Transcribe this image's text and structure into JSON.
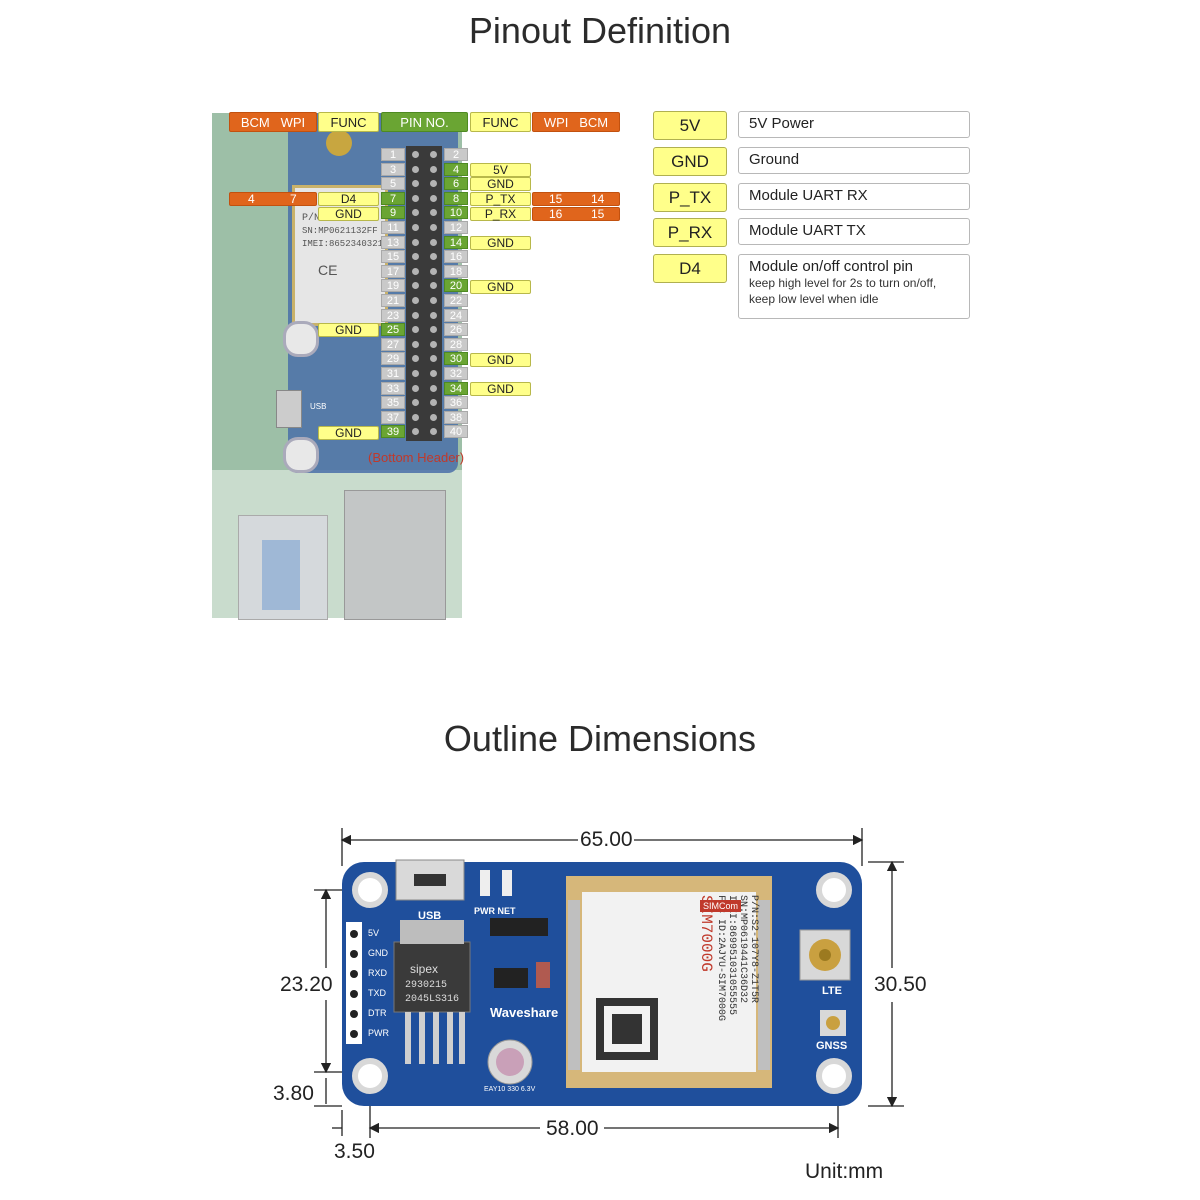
{
  "titles": {
    "pinout": "Pinout Definition",
    "outline": "Outline Dimensions"
  },
  "header": {
    "bcm_wpi_left": "BCM   WPI",
    "func_left": "FUNC",
    "pin_no": "PIN NO.",
    "func_right": "FUNC",
    "wpi_bcm_right": "WPI   BCM"
  },
  "left_pins": [
    "1",
    "3",
    "5",
    "7",
    "9",
    "11",
    "13",
    "15",
    "17",
    "19",
    "21",
    "23",
    "25",
    "27",
    "29",
    "31",
    "33",
    "35",
    "37",
    "39"
  ],
  "right_pins": [
    "2",
    "4",
    "6",
    "8",
    "10",
    "12",
    "14",
    "16",
    "18",
    "20",
    "22",
    "24",
    "26",
    "28",
    "30",
    "32",
    "34",
    "36",
    "38",
    "40"
  ],
  "right_funcs": [
    {
      "pin": "4",
      "func": "5V"
    },
    {
      "pin": "6",
      "func": "GND"
    },
    {
      "pin": "8",
      "func": "P_TX"
    },
    {
      "pin": "10",
      "func": "P_RX"
    },
    {
      "pin": "14",
      "func": "GND"
    },
    {
      "pin": "20",
      "func": "GND"
    },
    {
      "pin": "30",
      "func": "GND"
    },
    {
      "pin": "34",
      "func": "GND"
    }
  ],
  "left_funcs": [
    {
      "pin": "7",
      "func": "D4"
    },
    {
      "pin": "9",
      "func": "GND"
    },
    {
      "pin": "25",
      "func": "GND"
    },
    {
      "pin": "39",
      "func": "GND"
    }
  ],
  "pin7_bcm": "4",
  "pin7_wpi": "7",
  "pin8_wpi": "15",
  "pin8_bcm": "14",
  "pin10_wpi": "16",
  "pin10_bcm": "15",
  "bottom_header": "(Bottom Header)",
  "board_print": {
    "line1": "P/N:",
    "line2": "SN:MP0621132FF",
    "line3": "IMEI:8652340321",
    "ce": "CE",
    "usb": "USB"
  },
  "legend": [
    {
      "key": "5V",
      "desc": "5V Power",
      "sub": ""
    },
    {
      "key": "GND",
      "desc": "Ground",
      "sub": ""
    },
    {
      "key": "P_TX",
      "desc": "Module UART RX",
      "sub": ""
    },
    {
      "key": "P_RX",
      "desc": "Module UART TX",
      "sub": ""
    },
    {
      "key": "D4",
      "desc": "Module on/off control pin",
      "sub": "keep high level for 2s to turn on/off, keep low level when idle"
    }
  ],
  "dimensions": {
    "width": "65.00",
    "height": "30.50",
    "inner_h": "23.20",
    "offset_bottom": "3.80",
    "inner_w": "58.00",
    "offset_left": "3.50",
    "unit": "Unit:mm"
  },
  "board_labels": {
    "usb": "USB",
    "pwr_net": "PWR NET",
    "waveshare": "Waveshare",
    "lte": "LTE",
    "gnss": "GNSS",
    "pins": [
      "5V",
      "GND",
      "RXD",
      "TXD",
      "DTR",
      "PWR"
    ],
    "chip": [
      "sipex",
      "2930215",
      "2045LS316"
    ],
    "module_lines": [
      "P/N:S2-107Y8-Z1T5R",
      "SN:MP0619441C36D32",
      "IMEI:869951031055555",
      "FCC ID:2AJYU-SIM7000G"
    ],
    "module_name": "SIM7000G",
    "simcom": "SIMCom",
    "cap": "EAY10 330 6.3V"
  },
  "colors": {
    "orange": "#e0651c",
    "yellow": "#ffff8a",
    "green": "#6aa533",
    "board_blue": "#1f4f9c"
  }
}
